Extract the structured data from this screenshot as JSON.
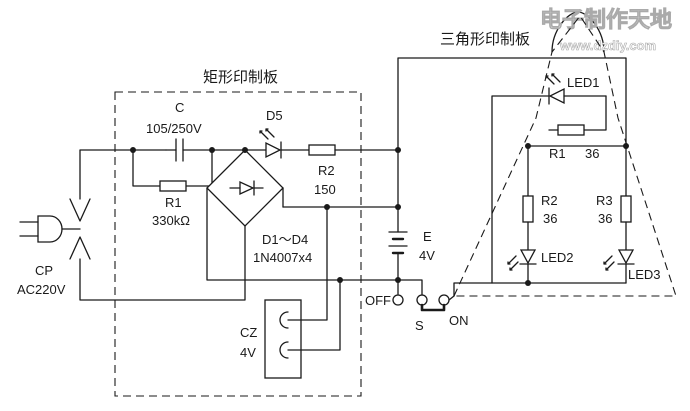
{
  "watermark": {
    "name": "电子制作天地",
    "url": "www.dzdiy.com"
  },
  "boards": {
    "rect_title": "矩形印制板",
    "tri_title": "三角形印制板"
  },
  "components": {
    "c_name": "C",
    "c_value": "105/250V",
    "d5": "D5",
    "r1_name": "R1",
    "r1_value": "330kΩ",
    "r2_name": "R2",
    "r2_value": "150",
    "bridge_name": "D1～D4",
    "bridge_value": "1N4007x4",
    "battery_name": "E",
    "battery_value": "4V",
    "plug_name": "CP",
    "plug_value": "AC220V",
    "cz_name": "CZ",
    "cz_value": "4V",
    "switch_off": "OFF",
    "switch_name": "S",
    "switch_on": "ON",
    "led1": "LED1",
    "tri_r1_name": "R1",
    "tri_r1_value": "36",
    "tri_r2_name": "R2",
    "tri_r2_value": "36",
    "tri_r3_name": "R3",
    "tri_r3_value": "36",
    "led2": "LED2",
    "led3": "LED3"
  }
}
